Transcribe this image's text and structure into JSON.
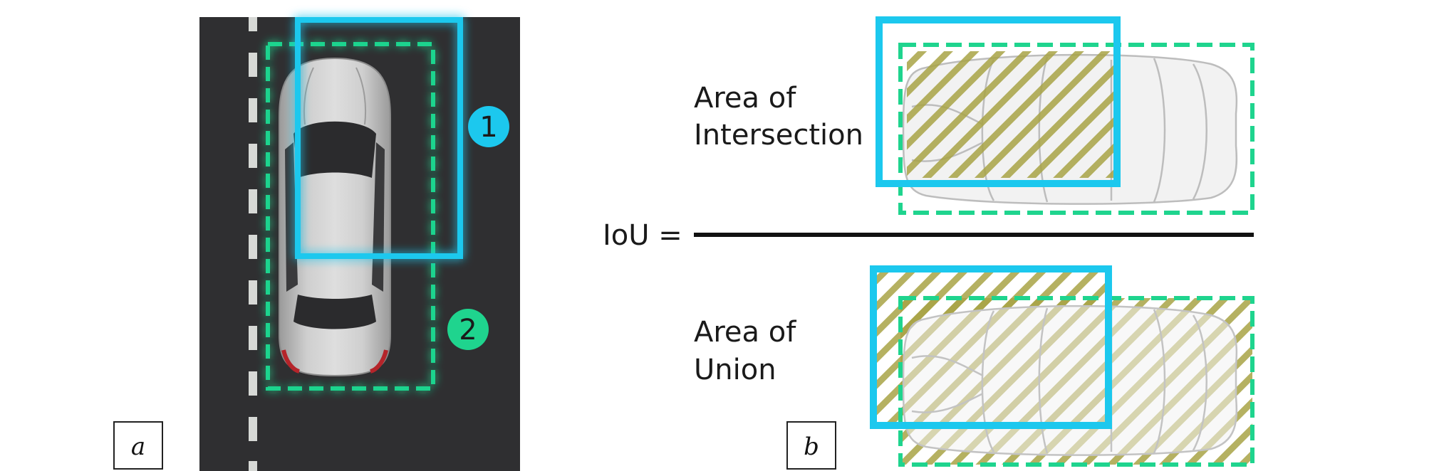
{
  "panel_a": {
    "letter": "a",
    "box_1_label": "1",
    "box_2_label": "2"
  },
  "panel_b": {
    "letter": "b",
    "iou_label": "IoU =",
    "intersection_label_line1": "Area of",
    "intersection_label_line2": "Intersection",
    "union_label_line1": "Area of",
    "union_label_line2": "Union"
  },
  "colors": {
    "road": "#2f2f31",
    "prediction_box": "#1cc8ee",
    "ground_truth_box": "#1fd48e",
    "hatch": "#a8a445",
    "car_body": "#c9c9c9"
  },
  "icons": [
    "car-top-view-icon",
    "car-outline-icon"
  ]
}
